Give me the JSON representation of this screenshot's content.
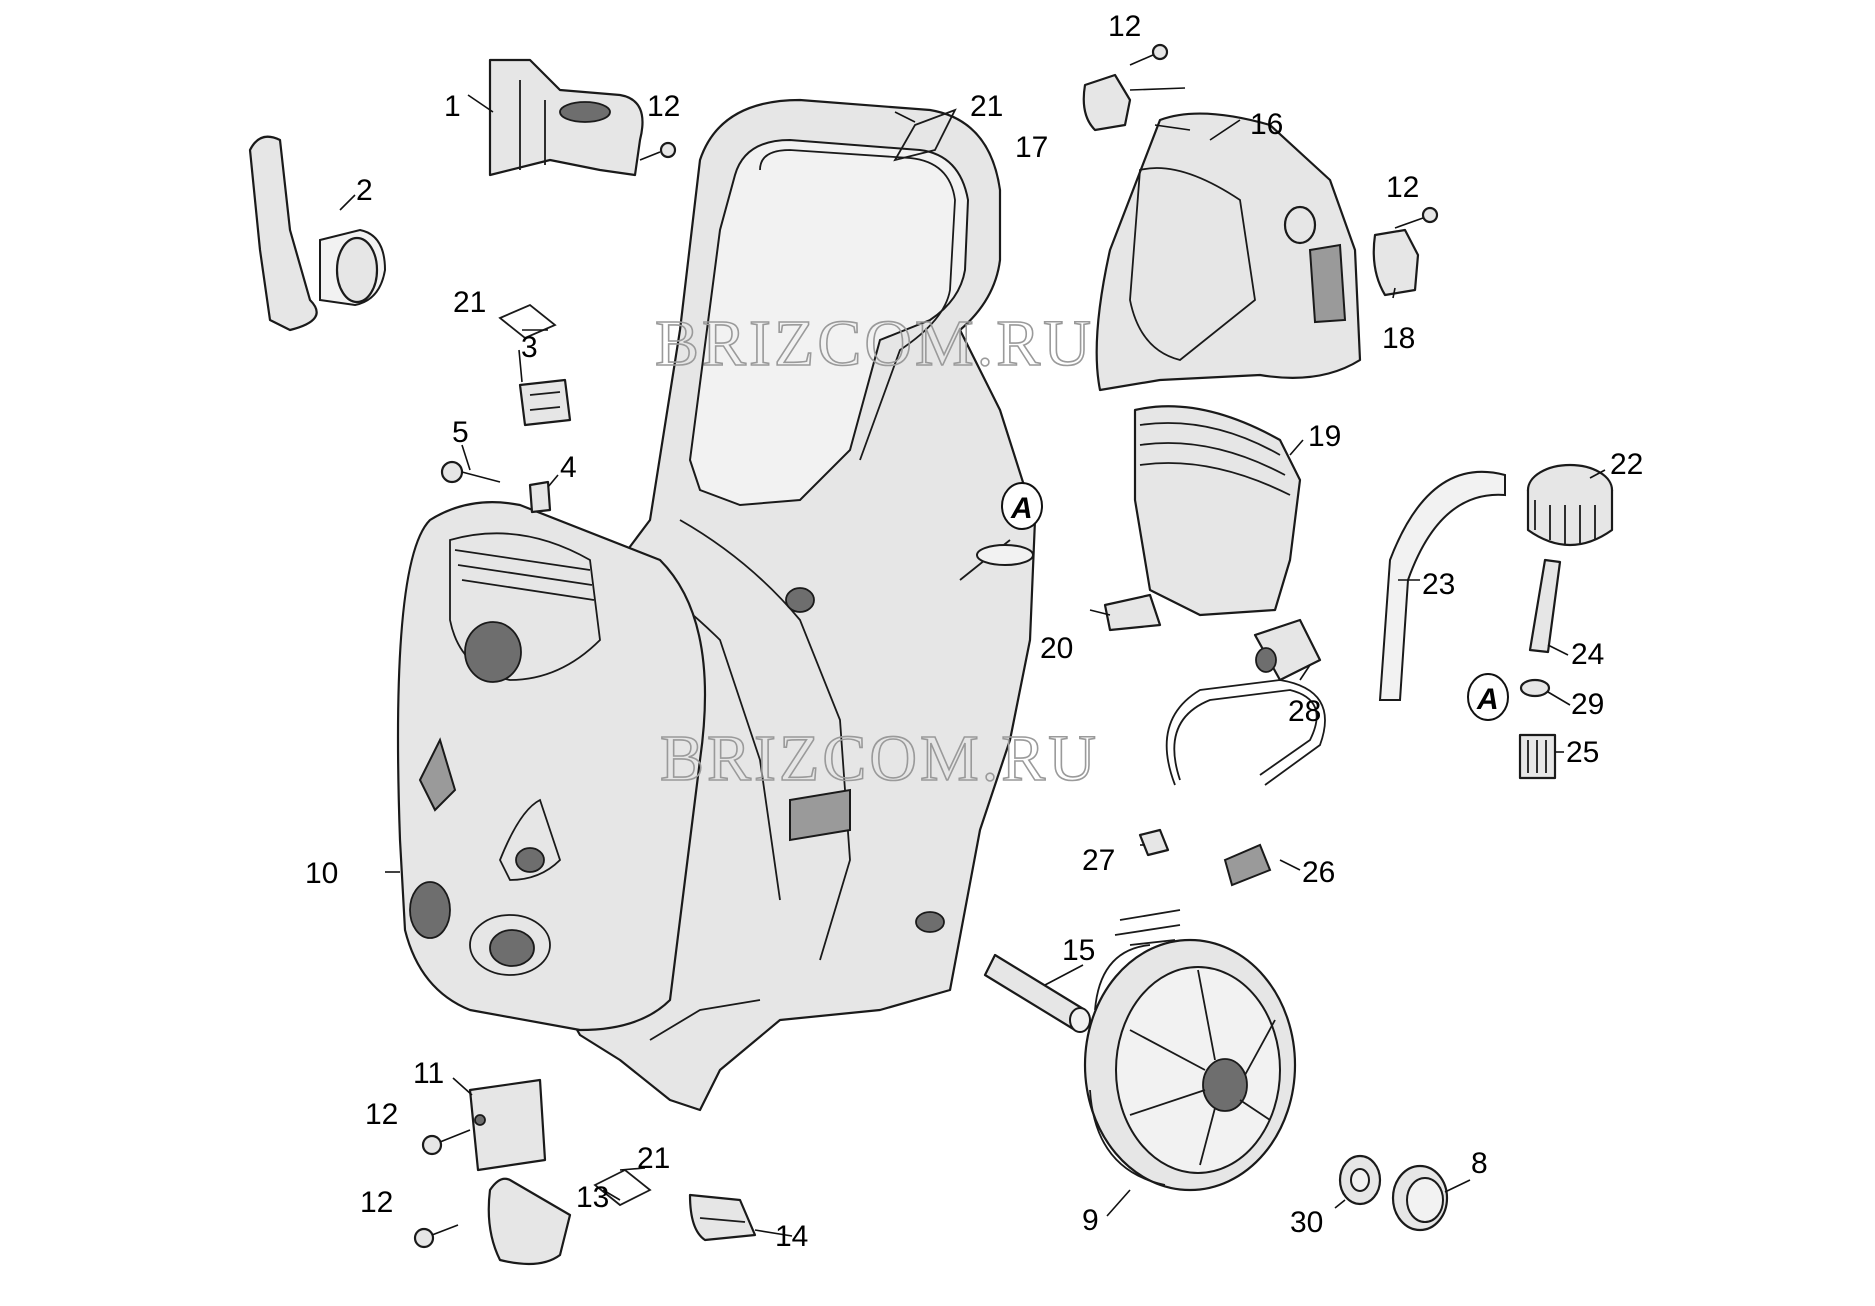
{
  "watermark": "BRIZCOM.RU",
  "labels": {
    "l1": "1",
    "l2": "2",
    "l3": "3",
    "l4": "4",
    "l5": "5",
    "l8": "8",
    "l9": "9",
    "l10": "10",
    "l11": "11",
    "l12": "12",
    "l13": "13",
    "l14": "14",
    "l15": "15",
    "l16": "16",
    "l17": "17",
    "l18": "18",
    "l19": "19",
    "l20": "20",
    "l21": "21",
    "l22": "22",
    "l23": "23",
    "l24": "24",
    "l25": "25",
    "l26": "26",
    "l27": "27",
    "l28": "28",
    "l29": "29",
    "l30": "30"
  },
  "connector_mark": "A"
}
